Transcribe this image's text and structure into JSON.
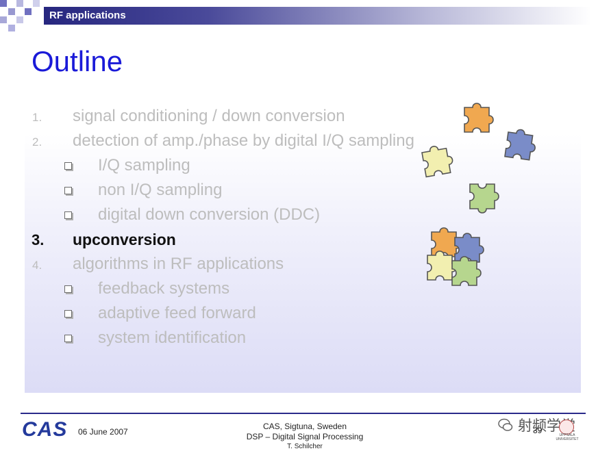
{
  "header": {
    "title": "RF applications"
  },
  "slide": {
    "title": "Outline",
    "items": [
      {
        "number": "1.",
        "text": "signal conditioning / down conversion"
      },
      {
        "number": "2.",
        "text": "detection of amp./phase by digital I/Q sampling"
      },
      {
        "bullet": true,
        "text": "I/Q sampling"
      },
      {
        "bullet": true,
        "text": "non I/Q  sampling"
      },
      {
        "bullet": true,
        "text": "digital down conversion (DDC)"
      },
      {
        "number": "3.",
        "text": "upconversion",
        "active": true
      },
      {
        "number": "4.",
        "text": "algorithms in RF applications"
      },
      {
        "bullet": true,
        "text": "feedback systems"
      },
      {
        "bullet": true,
        "text": "adaptive feed forward"
      },
      {
        "bullet": true,
        "text": "system identification"
      }
    ]
  },
  "footer": {
    "logo": "CAS",
    "date": "06 June 2007",
    "line1": "CAS, Sigtuna, Sweden",
    "line2": "DSP – Digital Signal Processing",
    "line3": "T. Schilcher",
    "page": "39",
    "watermark": "射频学堂",
    "university_line1": "UPPSALA",
    "university_line2": "UNIVERSITET"
  },
  "colors": {
    "title": "#1a1ad8",
    "header_bar": "#27277f",
    "inactive_text": "#bdbdbd",
    "active_text": "#111111",
    "puzzle_orange": "#f0a850",
    "puzzle_blue": "#7a8cc8",
    "puzzle_yellow": "#f2efb0",
    "puzzle_green": "#b6d68e"
  }
}
